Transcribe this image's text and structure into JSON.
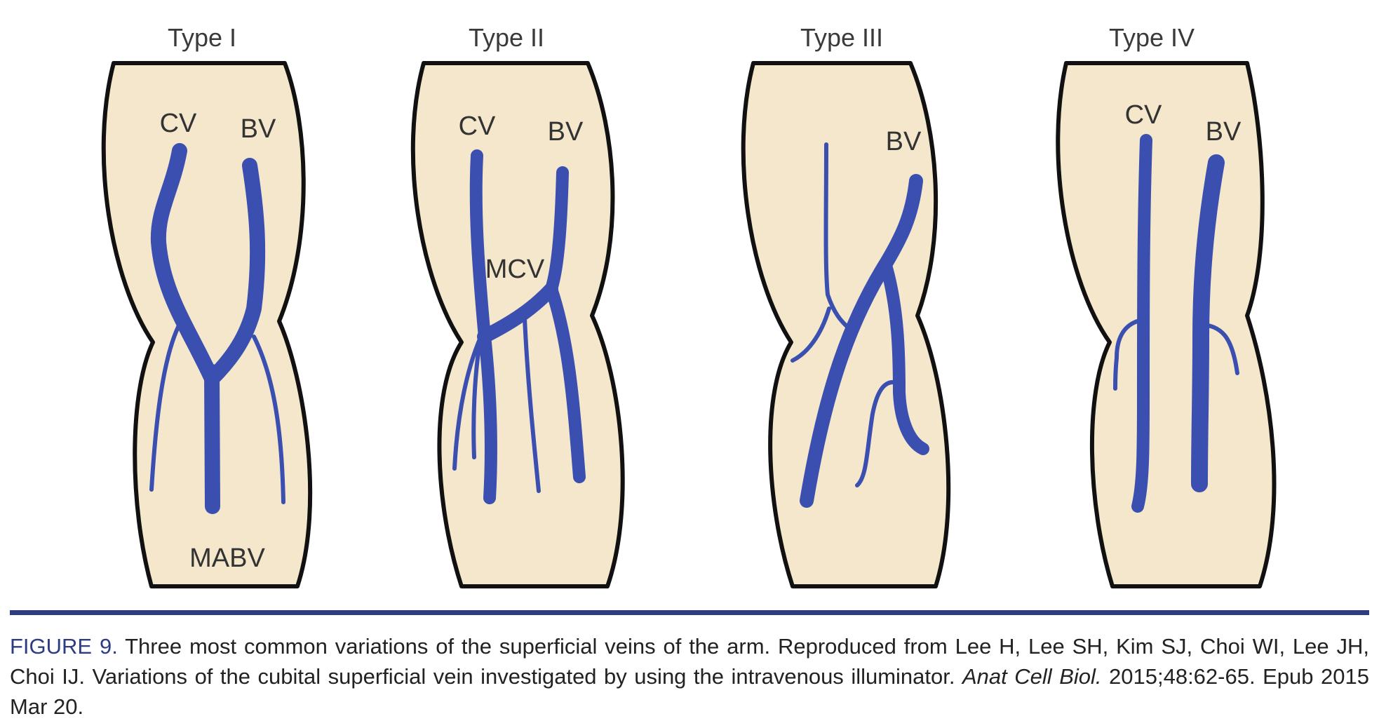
{
  "colors": {
    "vein": "#3a4fb0",
    "arm_fill": "#f4e7cc",
    "outline": "#111111",
    "rule": "#2e3d82",
    "figure_label": "#2e3d82"
  },
  "panels": [
    {
      "title": "Type I",
      "labels": {
        "cv": "CV",
        "bv": "BV",
        "mabv": "MABV"
      }
    },
    {
      "title": "Type II",
      "labels": {
        "cv": "CV",
        "bv": "BV",
        "mcv": "MCV"
      }
    },
    {
      "title": "Type III",
      "labels": {
        "bv": "BV"
      }
    },
    {
      "title": "Type IV",
      "labels": {
        "cv": "CV",
        "bv": "BV"
      }
    }
  ],
  "caption": {
    "figure_label": "FIGURE 9.",
    "text": " Three most common variations of the superficial veins of the arm. Reproduced from Lee H, Lee SH, Kim SJ, Choi WI, Lee JH, Choi IJ. Variations of the cubital superficial vein investigated by using the intravenous illuminator. ",
    "journal": "Anat Cell Biol.",
    "citation": " 2015;48:62-65. Epub 2015 Mar 20."
  }
}
